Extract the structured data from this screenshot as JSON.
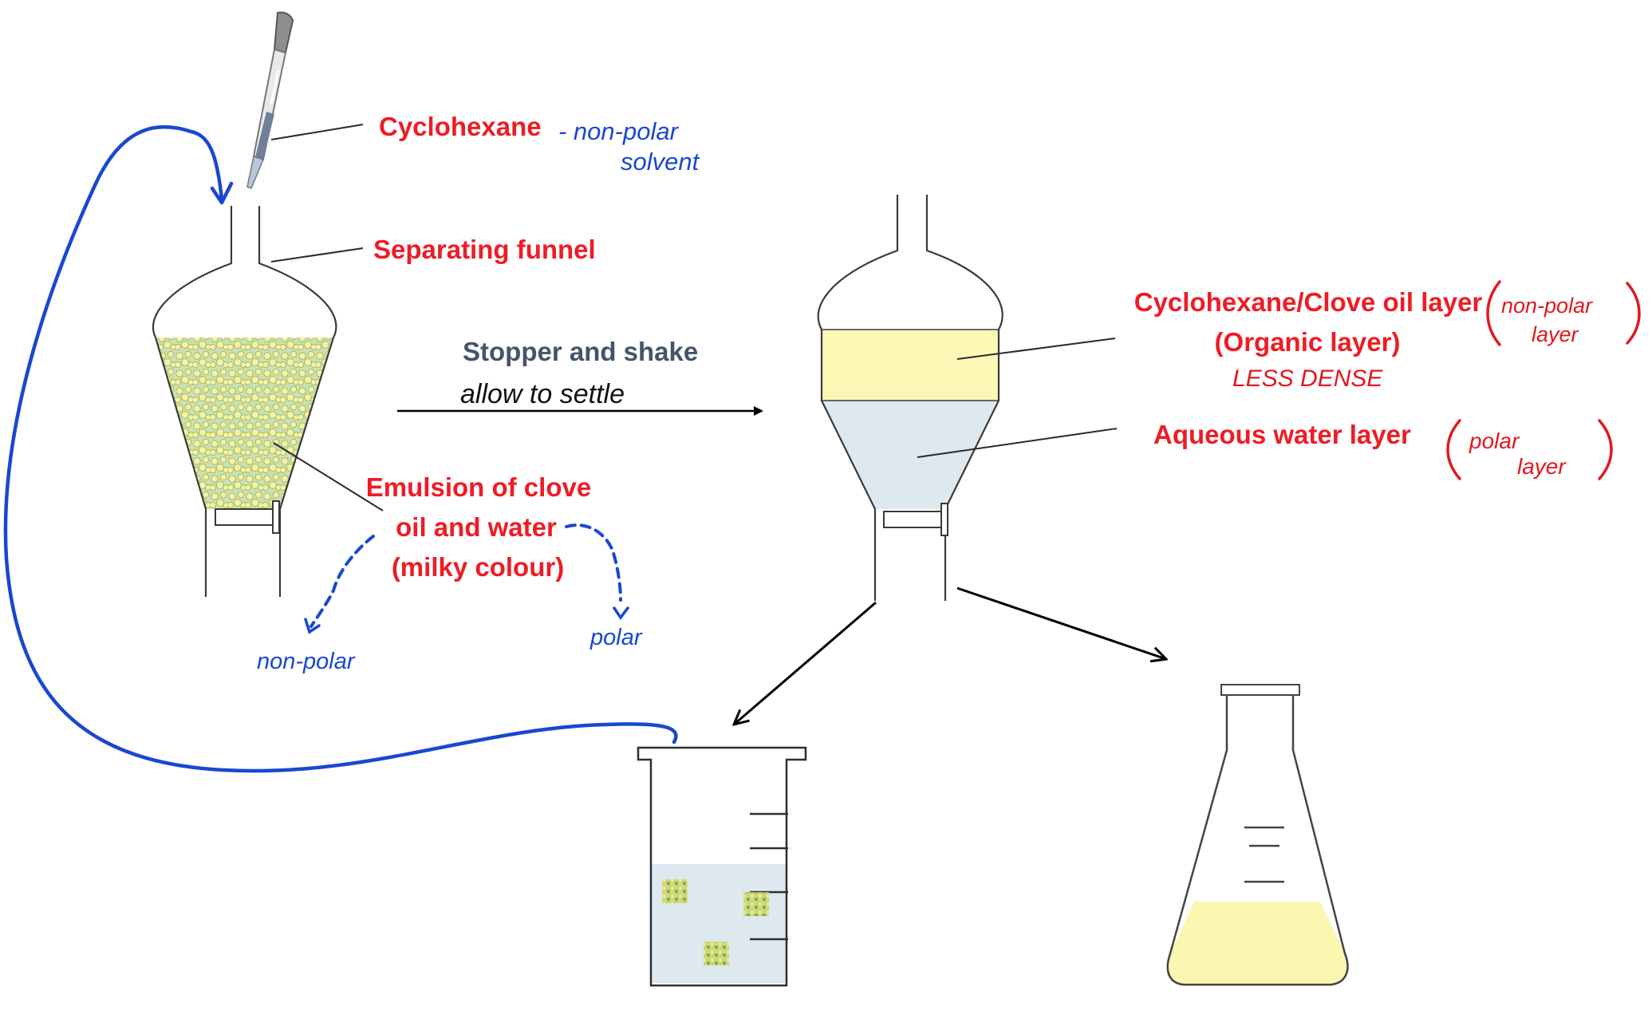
{
  "labels": {
    "cyclohexane": "Cyclohexane",
    "separating_funnel": "Separating funnel",
    "stopper_and_shake": "Stopper and shake",
    "emulsion_line1": "Emulsion of clove",
    "emulsion_line2": "oil and water",
    "emulsion_line3": "(milky colour)",
    "organic_line1": "Cyclohexane/Clove oil layer",
    "organic_line2": "(Organic layer)",
    "aqueous": "Aqueous water layer"
  },
  "handwritten": {
    "non_polar_solvent_1": "- non-polar",
    "non_polar_solvent_2": "solvent",
    "allow_to_settle": "allow to settle",
    "less_dense": "LESS DENSE",
    "non_polar_layer_1": "non-polar",
    "non_polar_layer_2": "layer",
    "polar_layer_1": "polar",
    "polar_layer_2": "layer",
    "non_polar": "non-polar",
    "polar": "polar"
  },
  "colors": {
    "label_red": "#ee1c25",
    "printed_dark": "#44546a",
    "handwriting_blue": "#1947d1",
    "handwriting_red": "#e0191f",
    "organic_layer": "#fdf7b6",
    "aqueous_layer": "#dde8ef",
    "emulsion_base": "#c8e2b7",
    "droplet": "#f5f2a2"
  }
}
